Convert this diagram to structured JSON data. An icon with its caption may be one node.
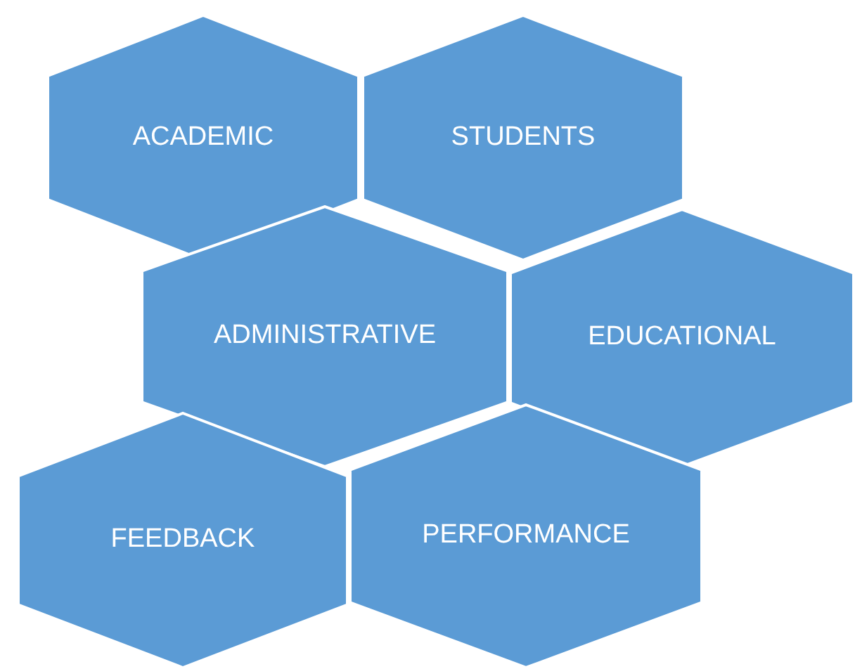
{
  "diagram": {
    "nodes": [
      {
        "text": [
          "ACADEMIC"
        ]
      },
      {
        "text": [
          "STUDENTS"
        ]
      },
      {
        "text": [
          "ADMINISTRATIVE"
        ]
      },
      {
        "text": [
          "EDUCATIONAL"
        ]
      },
      {
        "text": [
          "FEEDBACK"
        ]
      },
      {
        "text": [
          "PERFORMANCE"
        ]
      }
    ]
  }
}
